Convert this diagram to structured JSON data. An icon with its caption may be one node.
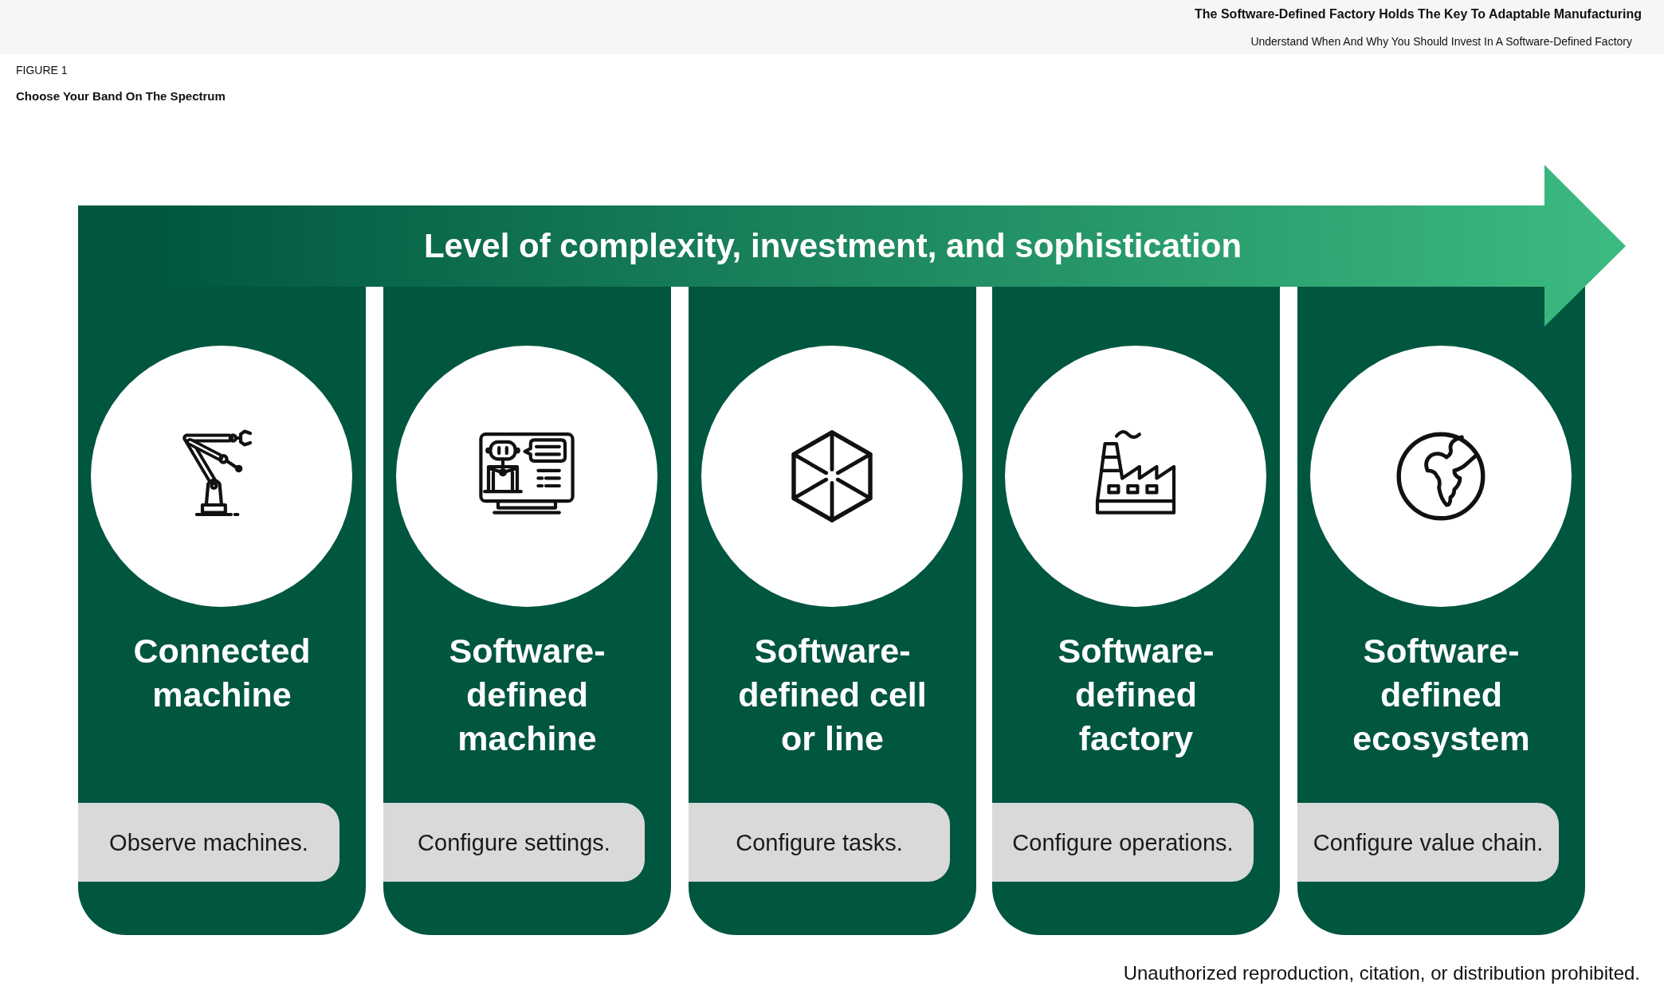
{
  "diagram": {
    "title": "Choose Your Band On The Spectrum",
    "nodes": [
      {
        "text": [
          "Level of complexity, investment, and sophistication"
        ]
      },
      {
        "text": [
          "Connected machine"
        ]
      },
      {
        "text": [
          "Observe machines."
        ],
        "in": 1
      },
      {
        "text": [
          "Software-defined machine"
        ]
      },
      {
        "text": [
          "Configure settings."
        ],
        "in": 3
      },
      {
        "text": [
          "Software-defined cell or line"
        ]
      },
      {
        "text": [
          "Configure tasks."
        ],
        "in": 5
      },
      {
        "text": [
          "Software-defined factory"
        ]
      },
      {
        "text": [
          "Configure operations."
        ],
        "in": 7
      },
      {
        "text": [
          "Software-defined ecosystem"
        ]
      },
      {
        "text": [
          "Configure value chain."
        ],
        "in": 9
      }
    ],
    "labels": [
      "The Software-Defined Factory Holds The Key To Adaptable Manufacturing",
      "Understand When And Why You Should Invest In A Software-Defined Factory",
      "FIGURE 1",
      "Unauthorized reproduction, citation, or distribution prohibited."
    ]
  }
}
